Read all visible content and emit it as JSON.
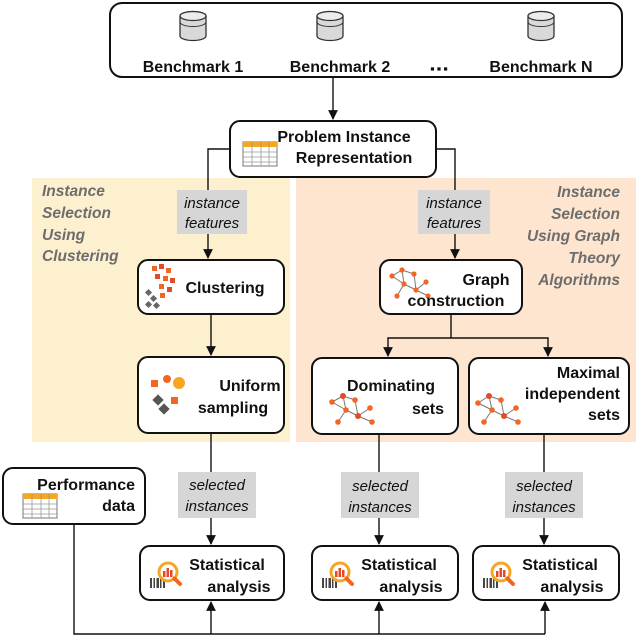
{
  "benchmarks": {
    "items": [
      "Benchmark 1",
      "Benchmark 2",
      "Benchmark N"
    ],
    "ellipsis": "▪▪▪"
  },
  "representation": {
    "line1": "Problem Instance",
    "line2": "Representation"
  },
  "left_region": {
    "title": [
      "Instance",
      "Selection",
      "Using",
      "Clustering"
    ],
    "features_label": [
      "instance",
      "features"
    ],
    "clustering": "Clustering",
    "uniform": [
      "Uniform",
      "sampling"
    ]
  },
  "right_region": {
    "title": [
      "Instance",
      "Selection",
      "Using Graph",
      "Theory",
      "Algorithms"
    ],
    "features_label": [
      "instance",
      "features"
    ],
    "graph": [
      "Graph",
      "construction"
    ],
    "dominating": [
      "Dominating",
      "sets"
    ],
    "maximal": [
      "Maximal",
      "independent",
      "sets"
    ]
  },
  "performance": [
    "Performance",
    "data"
  ],
  "selected_label": [
    "selected",
    "instances"
  ],
  "statistical": [
    "Statistical",
    "analysis"
  ],
  "colors": {
    "left_bg": "#fdf0cf",
    "right_bg": "#fde5cf",
    "label_bg": "#d6d6d6",
    "accent_orange": "#f26522",
    "accent_red": "#e34a2a",
    "accent_gray": "#555555"
  }
}
